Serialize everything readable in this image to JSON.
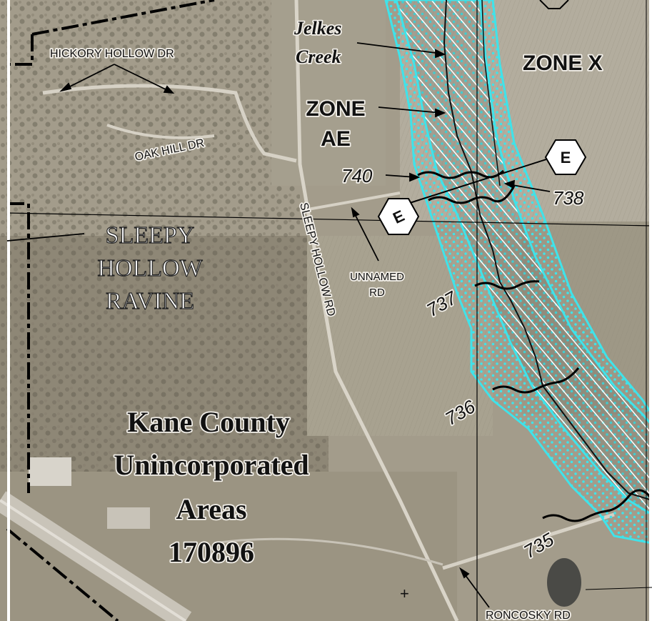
{
  "map": {
    "roads": {
      "hickory_hollow": "HICKORY HOLLOW DR",
      "oak_hill": "OAK HILL DR",
      "sleepy_hollow_rd": "SLEEPY HOLLOW RD",
      "unnamed_rd_line1": "UNNAMED",
      "unnamed_rd_line2": "RD",
      "roncosky_rd": "RONCOSKY RD"
    },
    "features": {
      "creek_line1": "Jelkes",
      "creek_line2": "Creek",
      "ravine_line1": "SLEEPY",
      "ravine_line2": "HOLLOW",
      "ravine_line3": "RAVINE"
    },
    "zones": {
      "zone_x": "ZONE X",
      "zone_ae_line1": "ZONE",
      "zone_ae_line2": "AE",
      "cross_section_upper": "E",
      "cross_section_lower": "E"
    },
    "community": {
      "line1": "Kane County",
      "line2": "Unincorporated",
      "line3": "Areas",
      "community_number": "170896"
    },
    "elevations": {
      "bfe_740": "740",
      "bfe_738": "738",
      "bfe_737": "737",
      "bfe_736": "736",
      "bfe_735": "735"
    },
    "colors": {
      "floodway": "#3fe3ea",
      "aerial_base": "#9a9382",
      "label_text": "#111111",
      "boundary": "#000000"
    }
  }
}
